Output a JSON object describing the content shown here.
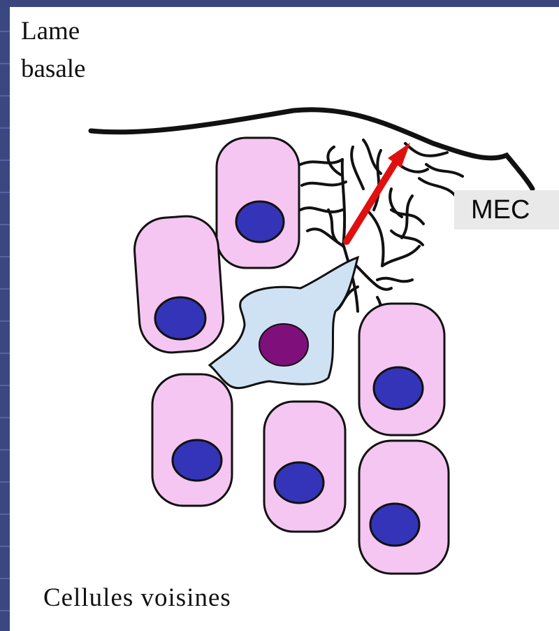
{
  "labels": {
    "basement_membrane_line1": "Lame",
    "basement_membrane_line2": "basale",
    "neighbor_cells": "Cellules voisines",
    "ecm": "MEC"
  },
  "colors": {
    "cell_fill": "#f5c6f1",
    "nucleus": "#3434b8",
    "migrating_cell_fill": "#cfe2f3",
    "migrating_nucleus": "#7f0f7a",
    "arrow": "#e01010",
    "outline": "#111111"
  },
  "icons": {
    "arrow": "red-arrow-icon"
  }
}
